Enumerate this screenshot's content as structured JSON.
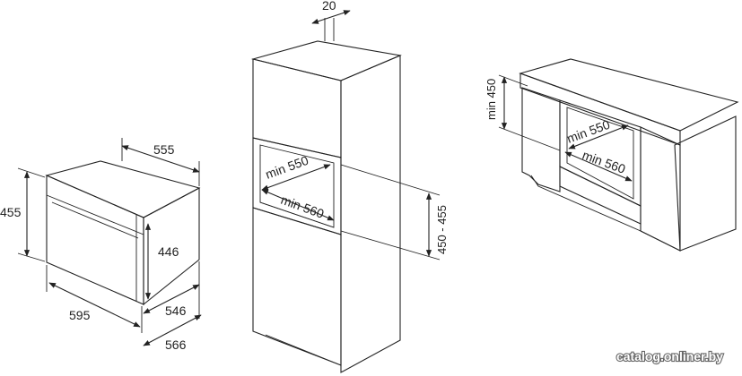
{
  "colors": {
    "cabinet_front": "#d6d6d6",
    "cabinet_side": "#cbcbcb",
    "cabinet_top": "#e4e4e4",
    "appliance_front": "#eeeeee",
    "appliance_side": "#f4f4f4",
    "line": "#222222",
    "watermark": "#ffffff"
  },
  "oven": {
    "height": "455",
    "depth_top": "555",
    "inner_height": "446",
    "width": "595",
    "depth_inner": "546",
    "depth_total": "566"
  },
  "column": {
    "top_gap": "20",
    "niche_height": "450 - 455",
    "niche_depth": "min 550",
    "niche_width": "min 560"
  },
  "undercounter": {
    "niche_height": "min 450",
    "niche_depth": "min 550",
    "niche_width": "min 560"
  },
  "watermark": "catalog.onliner.by"
}
